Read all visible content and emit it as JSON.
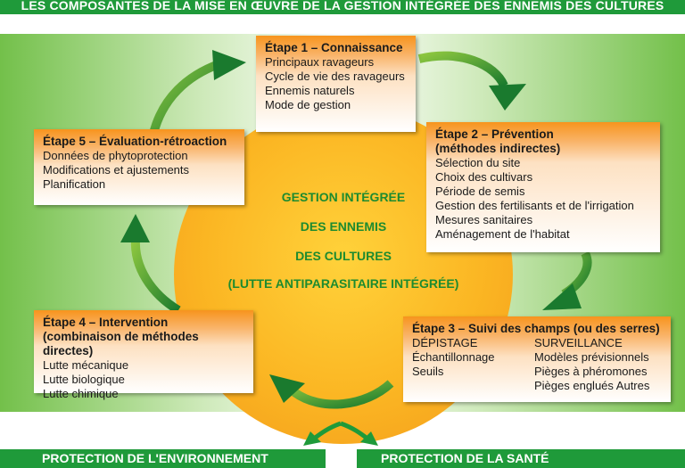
{
  "banner": {
    "title": "LES COMPOSANTES DE LA MISE EN ŒUVRE DE LA GESTION INTÉGRÉE DES ENNEMIS DES CULTURES"
  },
  "center": {
    "line1": "GESTION INTÉGRÉE",
    "line2": "DES ENNEMIS",
    "line3": "DES CULTURES",
    "line4": "(LUTTE ANTIPARASITAIRE INTÉGRÉE)"
  },
  "step1": {
    "title": "Étape 1 – Connaissance",
    "items": [
      "Principaux ravageurs",
      "Cycle de vie des ravageurs",
      "Ennemis naturels",
      "Mode de gestion"
    ]
  },
  "step2": {
    "title": "Étape 2 – Prévention",
    "subtitle": "(méthodes indirectes)",
    "items": [
      "Sélection du site",
      "Choix des cultivars",
      "Période de semis",
      "Gestion des fertilisants et de l'irrigation",
      "Mesures sanitaires",
      "Aménagement de l'habitat"
    ]
  },
  "step3": {
    "title": "Étape 3 – Suivi des champs (ou des serres)",
    "left": [
      "DÉPISTAGE",
      "Échantillonnage",
      "Seuils"
    ],
    "right": [
      "SURVEILLANCE",
      "Modèles prévisionnels",
      "Pièges à phéromones",
      "Pièges englués Autres"
    ]
  },
  "step4": {
    "title": "Étape 4 – Intervention",
    "subtitle": "(combinaison de méthodes directes)",
    "items": [
      "Lutte mécanique",
      "Lutte biologique",
      "Lutte chimique"
    ]
  },
  "step5": {
    "title": "Étape 5 – Évaluation-rétroaction",
    "items": [
      "Données de phytoprotection",
      "Modifications et ajustements",
      "Planification"
    ]
  },
  "bottom": {
    "left": "PROTECTION DE L'ENVIRONNEMENT",
    "right": "PROTECTION DE LA SANTÉ"
  },
  "colors": {
    "green": "#1f9a3a",
    "orange": "#f7941d",
    "sun": "#fbb623",
    "text_green": "#1d8b2f"
  }
}
